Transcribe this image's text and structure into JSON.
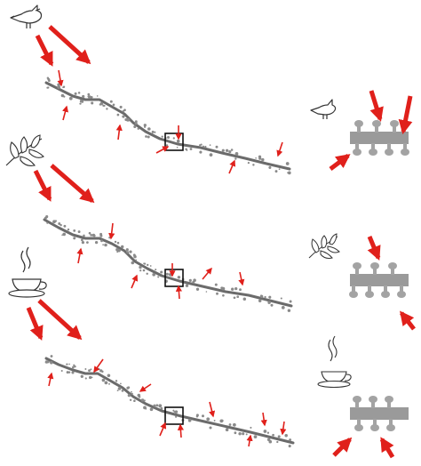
{
  "colors": {
    "arrow": "#e0201b",
    "strand": "#6b6b6b",
    "particles": "#8a8a8a",
    "zoom_bar": "#9a9a9a",
    "zoom_stub": "#a3a3a3",
    "box": "#111111",
    "icon_stroke": "#333333",
    "background": "#ffffff"
  },
  "panels": [
    {
      "stimulus": "bird",
      "stimulus_icon": "bird-icon"
    },
    {
      "stimulus": "leaf",
      "stimulus_icon": "leaf-icon"
    },
    {
      "stimulus": "coffee",
      "stimulus_icon": "coffee-cup-icon"
    }
  ]
}
